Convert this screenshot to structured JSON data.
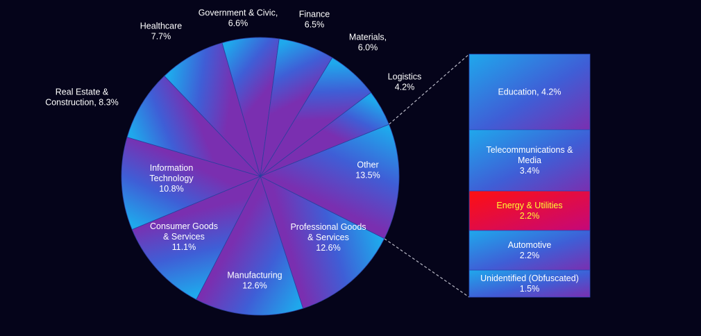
{
  "chart_data": {
    "type": "pie",
    "subtype": "bar-of-pie",
    "slices": [
      {
        "label": "Other",
        "label_lines": [
          "Other",
          "13.5%"
        ],
        "value": 13.5
      },
      {
        "label": "Professional Goods & Services",
        "label_lines": [
          "Professional Goods",
          "& Services",
          "12.6%"
        ],
        "value": 12.6
      },
      {
        "label": "Manufacturing",
        "label_lines": [
          "Manufacturing",
          "12.6%"
        ],
        "value": 12.6
      },
      {
        "label": "Consumer Goods & Services",
        "label_lines": [
          "Consumer Goods",
          "& Services",
          "11.1%"
        ],
        "value": 11.1
      },
      {
        "label": "Information Technology",
        "label_lines": [
          "Information",
          "Technology",
          "10.8%"
        ],
        "value": 10.8
      },
      {
        "label": "Real Estate & Construction",
        "label_lines": [
          "Real Estate &",
          "Construction, 8.3%"
        ],
        "value": 8.3
      },
      {
        "label": "Healthcare",
        "label_lines": [
          "Healthcare",
          "7.7%"
        ],
        "value": 7.7
      },
      {
        "label": "Government & Civic",
        "label_lines": [
          "Government & Civic,",
          "6.6%"
        ],
        "value": 6.6
      },
      {
        "label": "Finance",
        "label_lines": [
          "Finance",
          "6.5%"
        ],
        "value": 6.5
      },
      {
        "label": "Materials",
        "label_lines": [
          "Materials,",
          "6.0%"
        ],
        "value": 6.0
      },
      {
        "label": "Logistics",
        "label_lines": [
          "Logistics",
          "4.2%"
        ],
        "value": 4.2
      }
    ],
    "bar_breakdown": {
      "of_slice": "Other",
      "items": [
        {
          "label": "Education",
          "label_lines": [
            "Education, 4.2%"
          ],
          "value": 4.2,
          "highlight": false
        },
        {
          "label": "Telecommunications & Media",
          "label_lines": [
            "Telecommunications &",
            "Media",
            "3.4%"
          ],
          "value": 3.4,
          "highlight": false
        },
        {
          "label": "Energy & Utilities",
          "label_lines": [
            "Energy & Utilities",
            "2.2%"
          ],
          "value": 2.2,
          "highlight": true
        },
        {
          "label": "Automotive",
          "label_lines": [
            "Automotive",
            "2.2%"
          ],
          "value": 2.2,
          "highlight": false
        },
        {
          "label": "Unidentified (Obfuscated)",
          "label_lines": [
            "Unidentified (Obfuscated)",
            "1.5%"
          ],
          "value": 1.5,
          "highlight": false
        }
      ]
    },
    "colors": {
      "background": "#05041a",
      "slice_gradient_start": "#1fa8ec",
      "slice_gradient_mid": "#3f5ed6",
      "slice_gradient_end": "#7a2fb0",
      "highlight_start": "#ff1010",
      "highlight_end": "#c4087a",
      "highlight_text": "#ffff33",
      "label_text": "#ffffff",
      "connector": "#b9b9c6"
    }
  }
}
